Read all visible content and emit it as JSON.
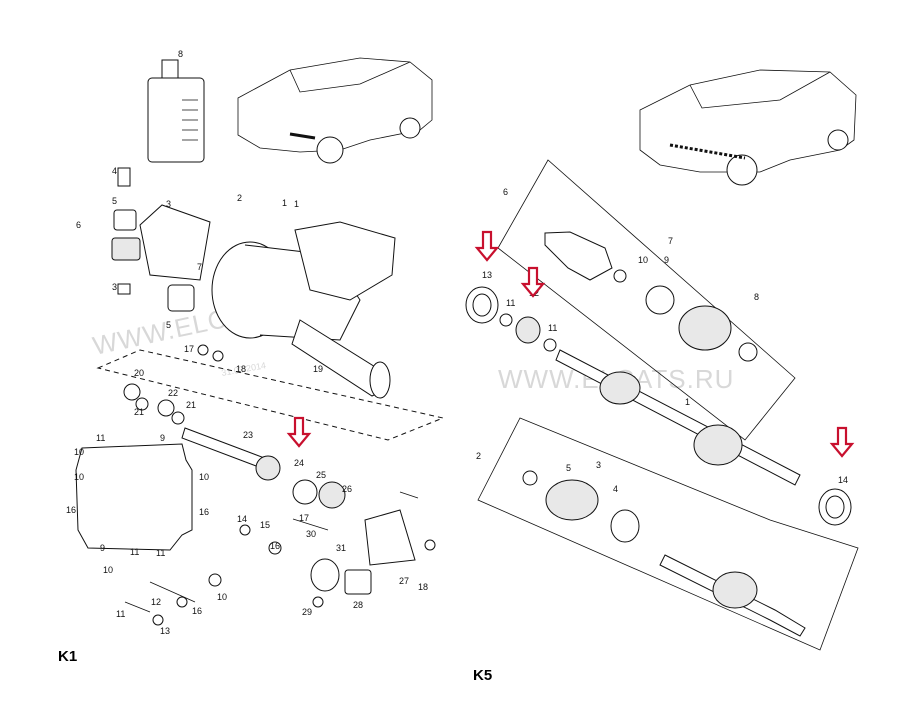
{
  "sections": {
    "left": "K1",
    "right": "K5"
  },
  "watermark": {
    "left": "WWW.ELCATS.RU",
    "right": "WWW.ELCATS.RU",
    "date": "31.03.2014"
  },
  "k1_callouts": [
    "8",
    "1",
    "2",
    "3",
    "4",
    "5",
    "6",
    "7",
    "3",
    "5",
    "1",
    "17",
    "18",
    "19",
    "20",
    "21",
    "22",
    "21",
    "23",
    "24",
    "25",
    "26",
    "9",
    "11",
    "10",
    "10",
    "10",
    "16",
    "16",
    "11",
    "10",
    "9",
    "11",
    "14",
    "15",
    "16",
    "17",
    "30",
    "31",
    "27",
    "18",
    "28",
    "29",
    "10",
    "12",
    "11",
    "13",
    "16"
  ],
  "k5_callouts": [
    "6",
    "7",
    "10",
    "9",
    "8",
    "13",
    "11",
    "12",
    "11",
    "1",
    "2",
    "5",
    "3",
    "4",
    "14"
  ],
  "highlighted": [
    "13",
    "12",
    "24",
    "14"
  ],
  "colors": {
    "arrow": "#c8102e",
    "line": "#111111"
  }
}
